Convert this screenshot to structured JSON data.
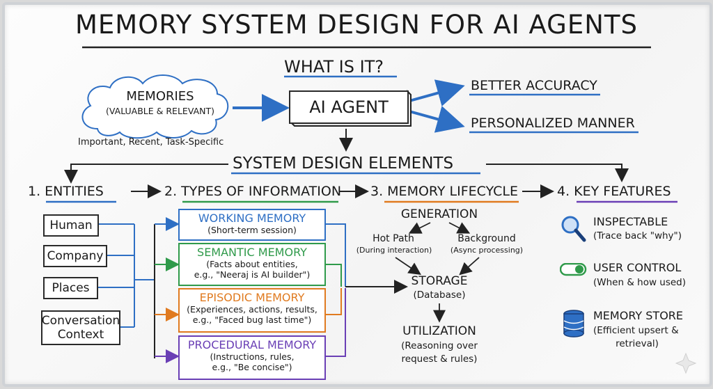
{
  "title": "MEMORY SYSTEM DESIGN FOR AI AGENTS",
  "what_is_it": "WHAT IS IT?",
  "memories": {
    "title": "MEMORIES",
    "subtitle": "(VALUABLE & RELEVANT)",
    "caption": "Important, Recent, Task-Specific"
  },
  "agent_label": "AI AGENT",
  "outcomes": [
    "BETTER ACCURACY",
    "PERSONALIZED MANNER"
  ],
  "system_design_elements": "SYSTEM DESIGN ELEMENTS",
  "sections": [
    "1. ENTITIES",
    "2. TYPES OF INFORMATION",
    "3. MEMORY LIFECYCLE",
    "4. KEY FEATURES"
  ],
  "entities": [
    "Human",
    "Company",
    "Places",
    "Conversation Context"
  ],
  "memory_types": [
    {
      "title": "WORKING MEMORY",
      "lines": [
        "(Short-term session)"
      ],
      "color": "#2e6fc4"
    },
    {
      "title": "SEMANTIC MEMORY",
      "lines": [
        "(Facts about entities,",
        "e.g., \"Neeraj is AI builder\")"
      ],
      "color": "#2f9a4a"
    },
    {
      "title": "EPISODIC MEMORY",
      "lines": [
        "(Experiences, actions, results,",
        "e.g., \"Faced bug last time\")"
      ],
      "color": "#e07a1f"
    },
    {
      "title": "PROCEDURAL MEMORY",
      "lines": [
        "(Instructions, rules,",
        "e.g., \"Be concise\")"
      ],
      "color": "#6a3fb5"
    }
  ],
  "lifecycle": {
    "generation": "GENERATION",
    "hot_path": "Hot Path",
    "hot_path_sub": "(During interaction)",
    "background": "Background",
    "background_sub": "(Async processing)",
    "storage": "STORAGE",
    "storage_sub": "(Database)",
    "utilization": "UTILIZATION",
    "utilization_sub": [
      "(Reasoning over",
      "request & rules)"
    ]
  },
  "features": [
    {
      "title": "INSPECTABLE",
      "sub": [
        "(Trace back \"why\")"
      ],
      "icon": "magnifier-icon"
    },
    {
      "title": "USER CONTROL",
      "sub": [
        "(When & how used)"
      ],
      "icon": "toggle-icon"
    },
    {
      "title": "MEMORY STORE",
      "sub": [
        "(Efficient upsert &",
        "retrieval)"
      ],
      "icon": "database-icon"
    }
  ],
  "colors": {
    "accent_blue": "#2e6fc4",
    "green": "#2f9a4a",
    "orange": "#e07a1f",
    "purple": "#6a3fb5"
  }
}
